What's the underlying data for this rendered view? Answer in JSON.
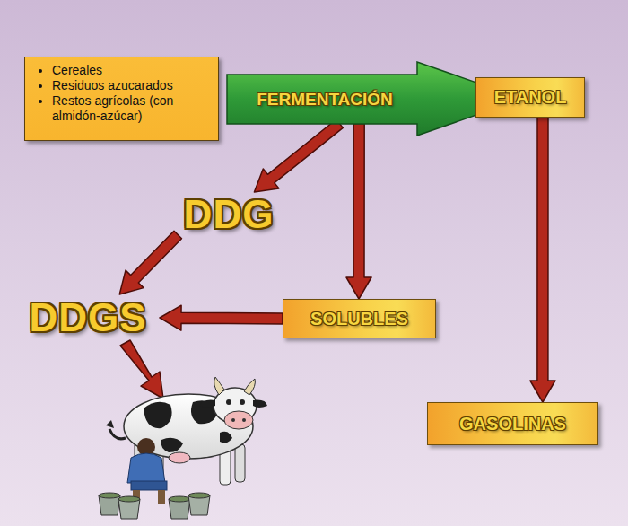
{
  "diagram": {
    "nodes": [
      {
        "text": [
          "Cereales",
          "Residuos azucarados",
          "Restos agrícolas (con almidón-azúcar)"
        ]
      },
      {
        "text": [
          "FERMENTACIÓN"
        ]
      },
      {
        "text": [
          "ETANOL"
        ]
      },
      {
        "text": [
          "DDG"
        ]
      },
      {
        "text": [
          "SOLUBLES"
        ]
      },
      {
        "text": [
          "DDGS"
        ]
      },
      {
        "text": [
          "GASOLINAS"
        ]
      }
    ],
    "edges": [
      {
        "from": 1,
        "to": 3,
        "arrow": "to"
      },
      {
        "from": 1,
        "to": 4,
        "arrow": "to"
      },
      {
        "from": 2,
        "to": 6,
        "arrow": "to"
      },
      {
        "from": 3,
        "to": 5,
        "arrow": "to"
      },
      {
        "from": 4,
        "to": 5,
        "arrow": "to"
      }
    ]
  }
}
